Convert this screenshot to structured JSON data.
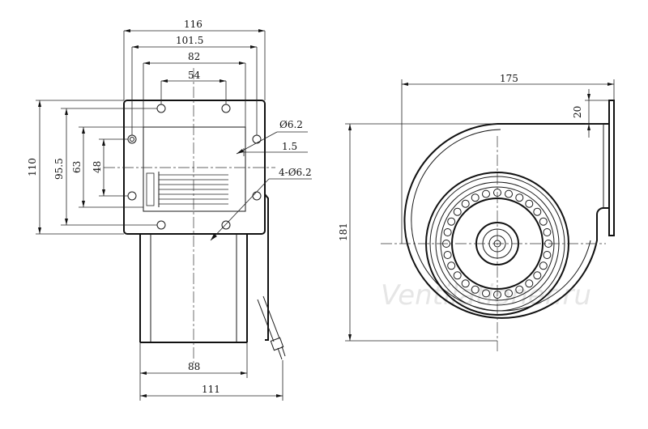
{
  "front_view": {
    "dims": {
      "width_116": "116",
      "width_101_5": "101.5",
      "width_82": "82",
      "width_54": "54",
      "height_110": "110",
      "height_95_5": "95.5",
      "height_63": "63",
      "height_48": "48",
      "hole_d": "Ø6.2",
      "offset": "1.5",
      "holes_4": "4-Ø6.2",
      "bottom_88": "88",
      "bottom_111": "111"
    }
  },
  "side_view": {
    "dims": {
      "width_175": "175",
      "flange_20": "20",
      "height_181": "181"
    }
  },
  "watermark": "Ventilationer.ru"
}
